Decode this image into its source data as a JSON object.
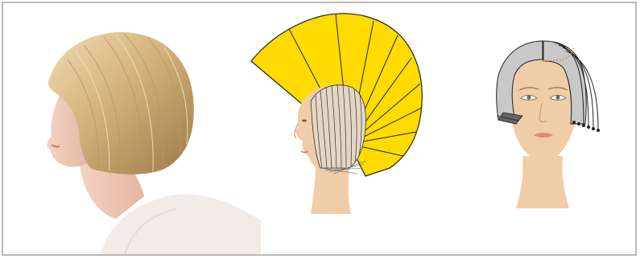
{
  "figure": {
    "panels": [
      {
        "id": "side-profile-photo",
        "icon": "bob-haircut-profile-photo"
      },
      {
        "id": "fan-diagram",
        "icon": "side-head-elevation-fan-diagram"
      },
      {
        "id": "front-view-diagram",
        "icon": "front-head-section-diagram"
      }
    ]
  },
  "colors": {
    "fan_yellow": "#ffdb00",
    "skin": "#efcda8",
    "hair_grey": "#c8c8c8",
    "hair_blonde": "#d8bc8a",
    "frame_border": "#b9b9b9",
    "outline": "#222222",
    "section_dots": "#e08a3a"
  }
}
